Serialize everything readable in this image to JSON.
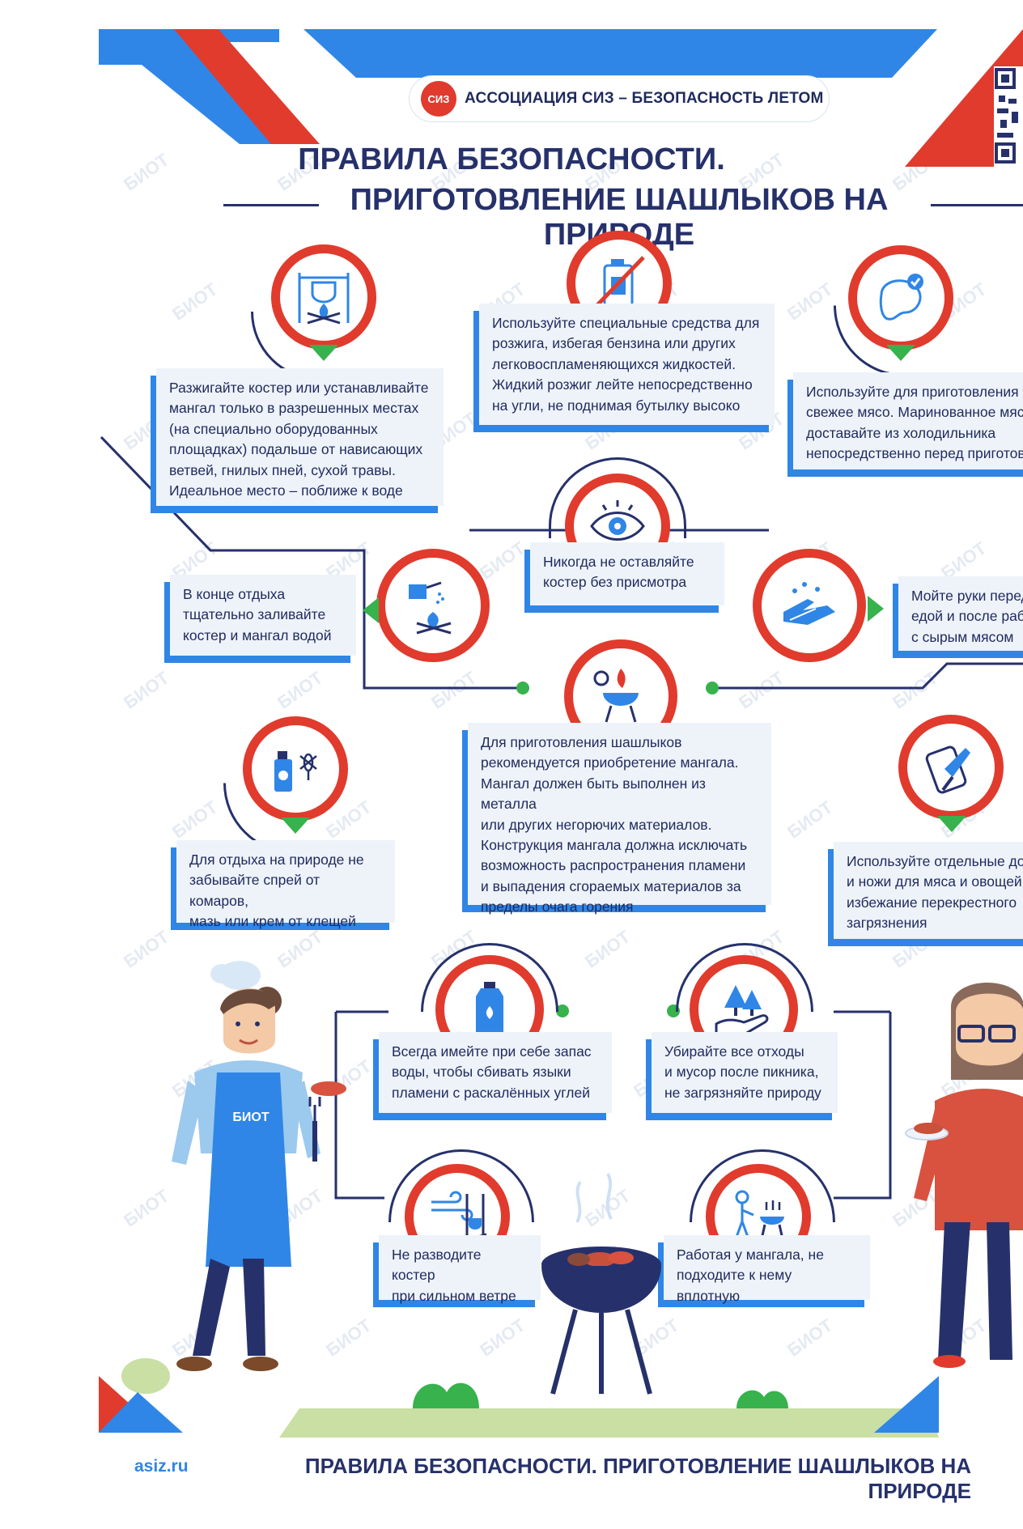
{
  "header": {
    "badge_text": "АССОЦИАЦИЯ СИЗ – БЕЗОПАСНОСТЬ ЛЕТОМ",
    "logo_text": "СИЗ",
    "title_line1": "ПРАВИЛА БЕЗОПАСНОСТИ.",
    "title_line2": "ПРИГОТОВЛЕНИЕ ШАШЛЫКОВ НА ПРИРОДЕ"
  },
  "watermark": "БИОТ",
  "tips": [
    {
      "id": "fire-place",
      "icon": "campfire-icon",
      "text": "Разжигайте костер или устанавливайте\nмангал только в разрешенных местах\n(на специально оборудованных\nплощадках) подальше от нависающих\nветвей, гнилых пней, сухой травы.\nИдеальное место – поближе к воде"
    },
    {
      "id": "ignition",
      "icon": "no-gasoline-icon",
      "text": "Используйте специальные средства для\nрозжига, избегая бензина или других\nлегковоспламеняющихся жидкостей.\nЖидкий розжиг лейте непосредственно\nна угли, не поднимая бутылку высоко"
    },
    {
      "id": "fresh-meat",
      "icon": "chicken-check-icon",
      "text": "Используйте для приготовления т\nсвежее мясо. Маринованное мясо\nдоставайте из холодильника\nнепосредственно перед приготов"
    },
    {
      "id": "supervise",
      "icon": "eye-icon",
      "text": "Никогда не оставляйте\nкостер без присмотра"
    },
    {
      "id": "extinguish",
      "icon": "watering-can-fire-icon",
      "text": "В конце отдыха\nтщательно заливайте\nкостер и мангал водой"
    },
    {
      "id": "wash-hands",
      "icon": "hands-washing-icon",
      "text": "Мойте руки перед\nедой и после раб\nс сырым мясом"
    },
    {
      "id": "grill",
      "icon": "grill-fire-icon",
      "text": "Для приготовления шашлыков\nрекомендуется приобретение мангала.\nМангал должен быть выполнен из металла\nили других негорючих материалов.\nКонструкция мангала должна исключать\nвозможность распространения пламени\nи выпадения сгораемых материалов за\nпределы очага горения"
    },
    {
      "id": "repellent",
      "icon": "spray-mosquito-icon",
      "text": "Для отдыха на природе не\nзабывайте спрей от комаров,\nмазь или крем от клещей"
    },
    {
      "id": "boards",
      "icon": "cutting-board-knife-icon",
      "text": "Используйте отдельные дос\nи ножи для мяса и овощей в\nизбежание перекрестного\nзагрязнения"
    },
    {
      "id": "water",
      "icon": "water-bottle-icon",
      "text": "Всегда имейте при себе запас\nводы, чтобы сбивать языки\nпламени с раскалённых углей"
    },
    {
      "id": "litter",
      "icon": "hand-trees-icon",
      "text": "Убирайте все отходы\nи мусор после пикника,\nне загрязняйте природу"
    },
    {
      "id": "wind",
      "icon": "wind-fire-icon",
      "text": "Не разводите костер\nпри сильном ветре"
    },
    {
      "id": "distance",
      "icon": "person-grill-icon",
      "text": "Работая у мангала, не\nподходите к нему вплотную"
    }
  ],
  "apron_text": "БИОТ",
  "footer": {
    "site": "asiz.ru",
    "title": "ПРАВИЛА БЕЗОПАСНОСТИ. ПРИГОТОВЛЕНИЕ ШАШЛЫКОВ НА ПРИРОДЕ"
  },
  "colors": {
    "navy": "#26316b",
    "blue": "#2f86e6",
    "red": "#e03b2d",
    "green": "#37b24d",
    "card": "#eef3fa"
  }
}
